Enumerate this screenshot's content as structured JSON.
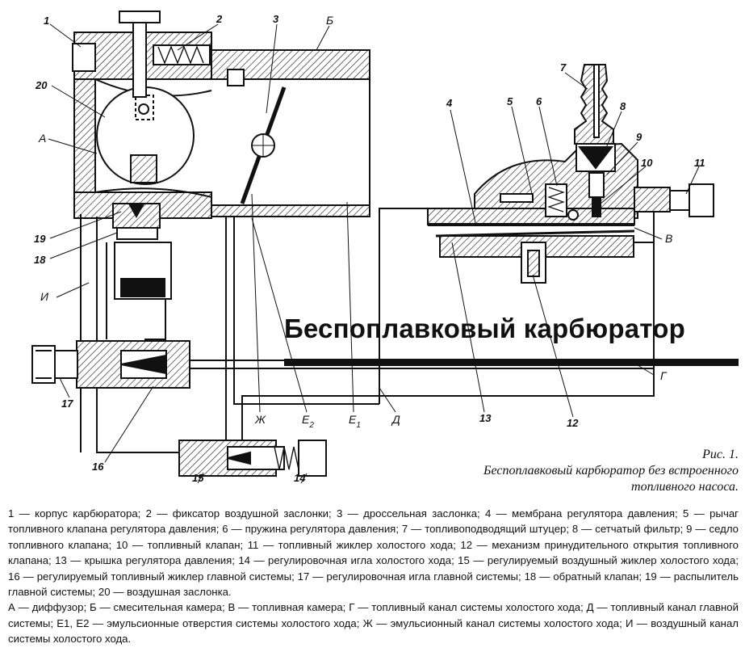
{
  "title": "Беспоплавковый карбюратор",
  "figure": {
    "number": "Рис. 1.",
    "caption": "Беспоплавковый карбюратор без встроенного топливного насоса."
  },
  "callouts": [
    "1",
    "2",
    "3",
    "4",
    "5",
    "6",
    "7",
    "8",
    "9",
    "10",
    "11",
    "12",
    "13",
    "14",
    "15",
    "16",
    "17",
    "18",
    "19",
    "20"
  ],
  "letters": {
    "A": "А",
    "B": "Б",
    "V": "В",
    "G": "Г",
    "D": "Д",
    "Zh": "Ж",
    "E1_base": "Е",
    "E1_sub": "1",
    "E2_base": "Е",
    "E2_sub": "2",
    "I": "И"
  },
  "legend": {
    "parts": "1 — корпус карбюратора; 2 — фиксатор воздушной заслонки; 3 — дроссельная заслонка; 4 — мембрана регулятора давления; 5 — рычаг топливного клапана регулятора давления; 6 — пружина регулятора давления; 7 — топливоподводящий штуцер; 8 — сетчатый фильтр; 9 — седло топливного клапана; 10 — топливный клапан; 11 — топливный жиклер холостого хода; 12 — механизм принудительного открытия топливного клапана; 13 — крышка регулятора давления; 14 — регулировочная игла холостого хода; 15 — регулируемый воздушный жиклер холостого хода; 16 — регулируемый топливный жиклер главной системы; 17 — регулировочная игла главной системы; 18 — обратный клапан; 19 — распылитель главной системы; 20 — воздушная заслонка.",
    "letters": "А — диффузор; Б — смесительная камера; В — топливная камера; Г — топливный канал системы холостого хода; Д — топливный канал главной системы; Е1, Е2 — эмульсионные отверстия системы холостого хода; Ж — эмульсионный канал системы холостого хода; И — воздушный канал системы холостого хода."
  }
}
